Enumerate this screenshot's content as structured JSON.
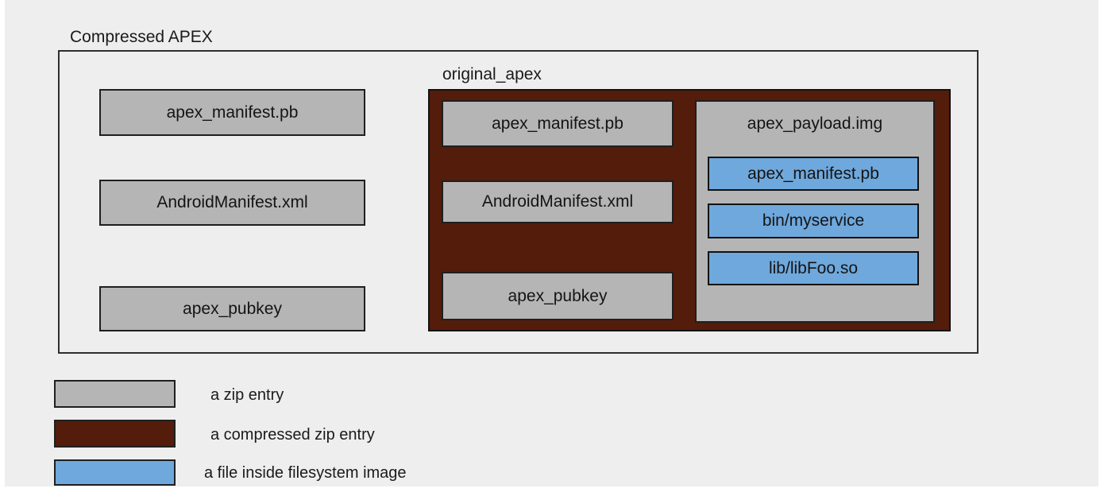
{
  "outer": {
    "label": "Compressed APEX",
    "entries": [
      "apex_manifest.pb",
      "AndroidManifest.xml",
      "apex_pubkey"
    ]
  },
  "original": {
    "label": "original_apex",
    "entries": [
      "apex_manifest.pb",
      "AndroidManifest.xml",
      "apex_pubkey"
    ],
    "payload": {
      "label": "apex_payload.img",
      "files": [
        "apex_manifest.pb",
        "bin/myservice",
        "lib/libFoo.so"
      ]
    }
  },
  "legend": [
    {
      "label": "a zip entry",
      "color": "#b5b5b5"
    },
    {
      "label": "a compressed zip entry",
      "color": "#541c0a"
    },
    {
      "label": "a file inside filesystem image",
      "color": "#6fa8dc"
    }
  ],
  "colors": {
    "background": "#eeeeee",
    "zip_entry_fill": "#b5b5b5",
    "compressed_zip_entry_fill": "#541c0a",
    "filesystem_file_fill": "#6fa8dc",
    "border": "#1f1f1f"
  }
}
